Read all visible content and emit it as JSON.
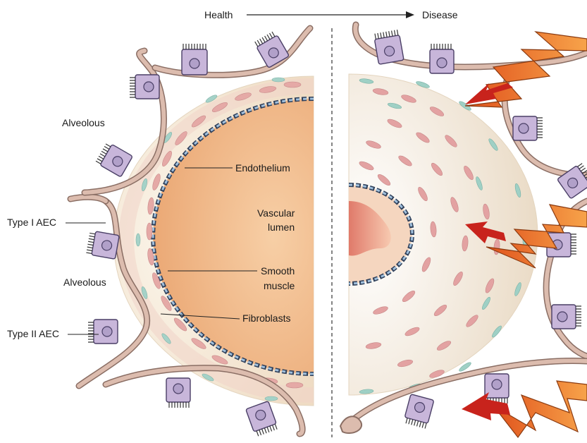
{
  "header": {
    "health_label": "Health",
    "disease_label": "Disease"
  },
  "labels": {
    "alveolous_top": "Alveolous",
    "alveolous_bottom": "Alveolous",
    "type1_aec": "Type I AEC",
    "type2_aec": "Type II AEC",
    "endothelium": "Endothelium",
    "vascular": "Vascular",
    "lumen": "lumen",
    "smooth": "Smooth",
    "muscle": "muscle",
    "fibroblasts": "Fibroblasts"
  },
  "colors": {
    "lumen_healthy": "#f2b98a",
    "vessel_wall": "#f3e6d3",
    "smooth_muscle_cell": "#e3a6a6",
    "fibroblast_cell": "#9fcfc6",
    "endothelial_cell": "#8fb3d4",
    "aec_cell": "#c9b8d9",
    "alveolar_wall": "#d9b7a8",
    "injury_bolt": "#f08a2a",
    "injury_arrow": "#c8231c"
  },
  "icons": [
    "lightning-bolt-icon",
    "injury-arrow-icon"
  ]
}
